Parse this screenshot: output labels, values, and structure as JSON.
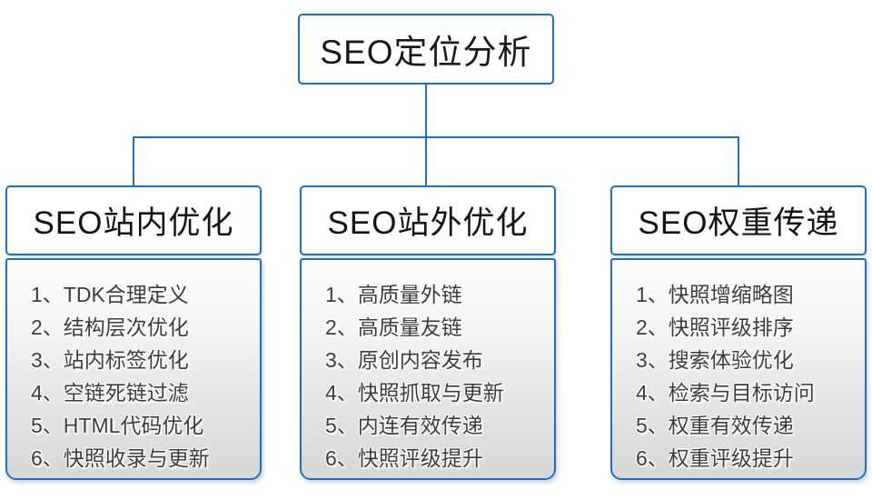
{
  "diagram": {
    "title": "SEO定位分析",
    "columns": [
      {
        "header": "SEO站内优化",
        "items": [
          "1、TDK合理定义",
          "2、结构层次优化",
          "3、站内标签优化",
          "4、空链死链过滤",
          "5、HTML代码优化",
          "6、快照收录与更新"
        ]
      },
      {
        "header": "SEO站外优化",
        "items": [
          "1、高质量外链",
          "2、高质量友链",
          "3、原创内容发布",
          "4、快照抓取与更新",
          "5、内连有效传递",
          "6、快照评级提升"
        ]
      },
      {
        "header": "SEO权重传递",
        "items": [
          "1、快照增缩略图",
          "2、快照评级排序",
          "3、搜索体验优化",
          "4、检索与目标访问",
          "5、权重有效传递",
          "6、权重评级提升"
        ]
      }
    ],
    "colors": {
      "connector_blue": "#1573c4",
      "heading_text": "#141414",
      "list_text": "#3c3c3c",
      "panel_gradient_top": "#fdfdfd",
      "panel_gradient_bottom": "#d7d7d7"
    }
  }
}
